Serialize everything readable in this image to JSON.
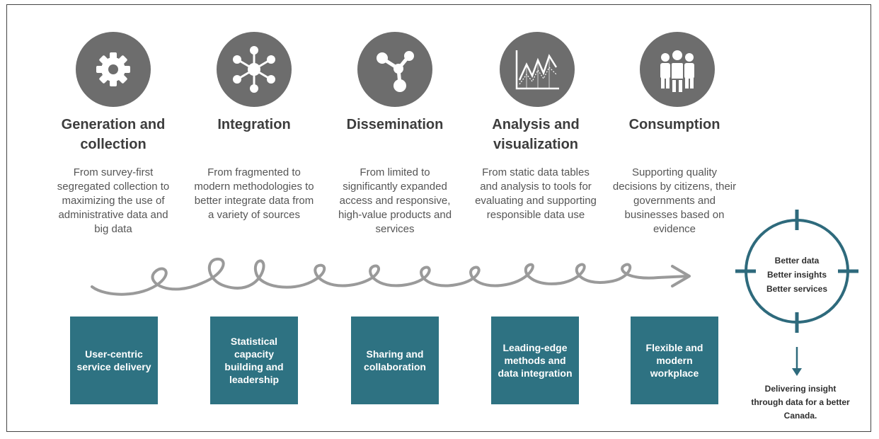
{
  "stages": [
    {
      "title": "Generation and collection",
      "icon": "gear-icon",
      "description": "From survey-first segregated collection to maximizing the use of administrative data and big data"
    },
    {
      "title": "Integration",
      "icon": "network-nodes-icon",
      "description": "From fragmented to modern methodologies to better integrate data from a variety of sources"
    },
    {
      "title": "Dissemination",
      "icon": "share-icon",
      "description": "From limited to significantly expanded access and responsive, high-value products and services"
    },
    {
      "title": "Analysis and visualization",
      "icon": "line-chart-icon",
      "description": "From static data tables and analysis to tools for evaluating and supporting responsible data use"
    },
    {
      "title": "Consumption",
      "icon": "people-group-icon",
      "description": "Supporting quality decisions by citizens, their governments and businesses based on evidence"
    }
  ],
  "pillars": [
    "User-centric service delivery",
    "Statistical capacity building and leadership",
    "Sharing and collaboration",
    "Leading-edge methods and data integration",
    "Flexible and modern workplace"
  ],
  "target": {
    "line1": "Better data",
    "line2": "Better insights",
    "line3": "Better services"
  },
  "tagline": "Delivering insight through data for a better Canada.",
  "colors": {
    "icon_bg": "#6d6d6d",
    "box_bg": "#2e7282",
    "target": "#2e6a7c",
    "swirl": "#9a9a9a"
  }
}
